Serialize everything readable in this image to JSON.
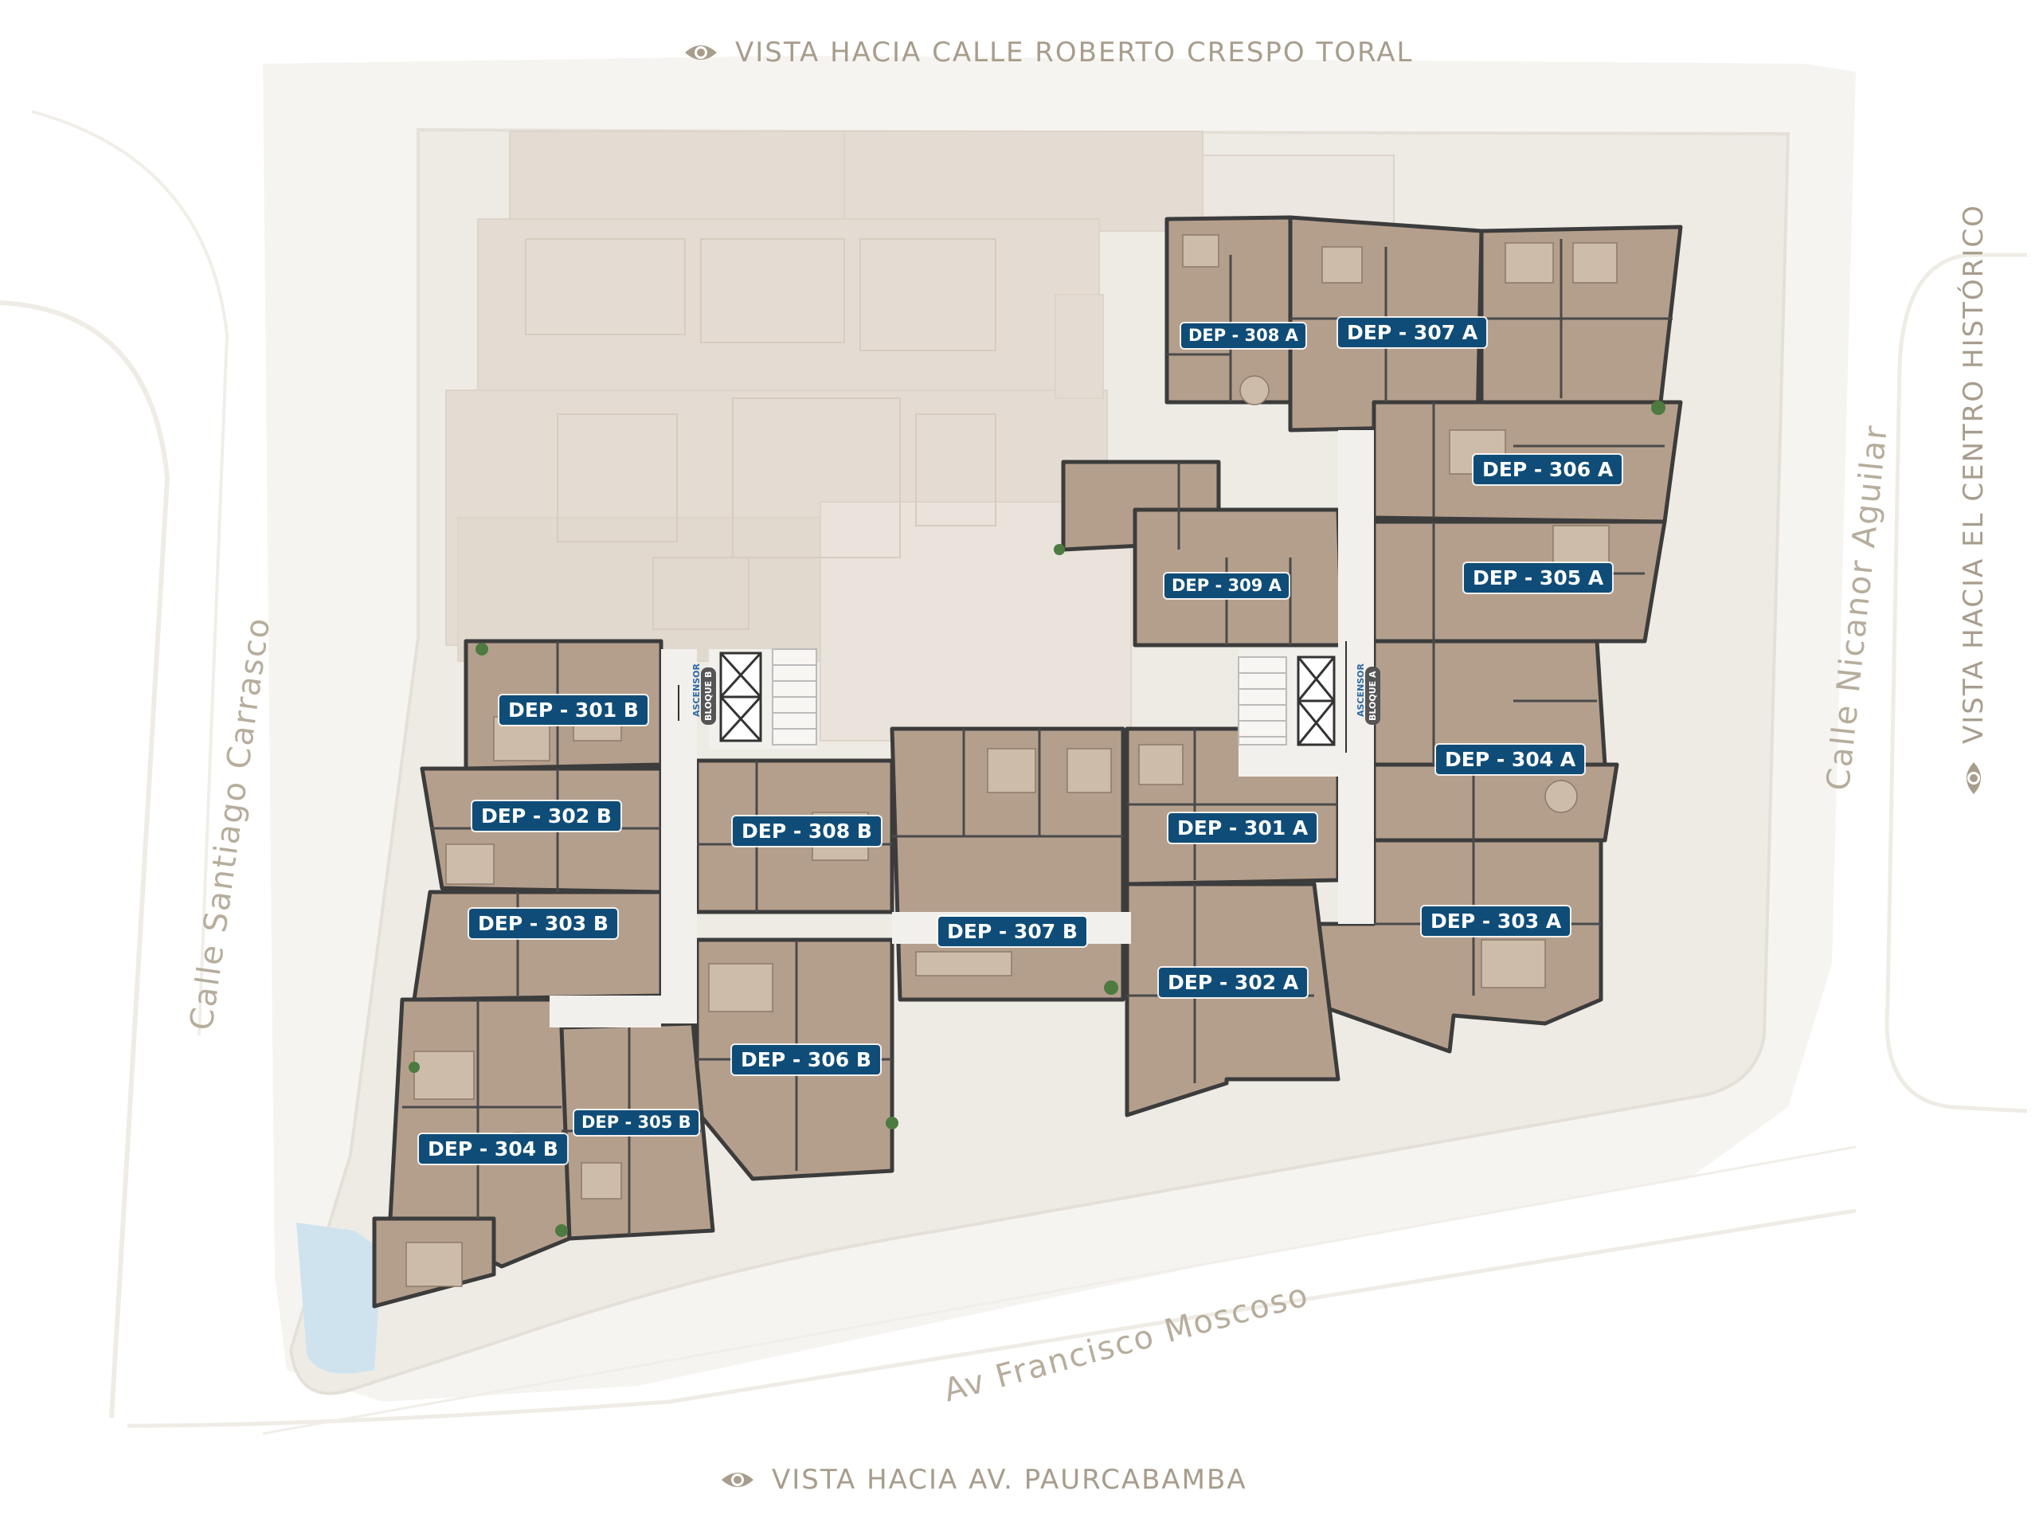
{
  "views": {
    "top": "VISTA HACIA CALLE ROBERTO CRESPO TORAL",
    "bottom": "VISTA HACIA AV. PAURCABAMBA",
    "right": "VISTA HACIA EL CENTRO HISTÓRICO"
  },
  "streets": {
    "west": "Calle Santiago Carrasco",
    "east": "Calle Nicanor Aguilar",
    "south": "Av Francisco Moscoso"
  },
  "cores": {
    "block_b": {
      "elevator": "ASCENSOR",
      "block": "BLOQUE B"
    },
    "block_a": {
      "elevator": "ASCENSOR",
      "block": "BLOQUE A"
    }
  },
  "units": {
    "d308a": "DEP - 308 A",
    "d307a": "DEP - 307 A",
    "d306a": "DEP - 306 A",
    "d305a": "DEP - 305 A",
    "d309a": "DEP - 309 A",
    "d304a": "DEP - 304 A",
    "d301a": "DEP - 301 A",
    "d303a": "DEP - 303 A",
    "d302a": "DEP - 302 A",
    "d301b": "DEP - 301 B",
    "d302b": "DEP - 302 B",
    "d303b": "DEP - 303 B",
    "d304b": "DEP - 304 B",
    "d305b": "DEP - 305 B",
    "d306b": "DEP - 306 B",
    "d307b": "DEP - 307 B",
    "d308b": "DEP - 308 B"
  },
  "colors": {
    "lot": "#eeebe5",
    "road": "#f6f4f0",
    "neighbor": "#e4dcd3",
    "unit_floor": "#b49f8d",
    "wall": "#3c3c3c",
    "circulation": "#f2f0ec",
    "pool": "#cfe3ee",
    "label_bg": "#0f4d78"
  }
}
